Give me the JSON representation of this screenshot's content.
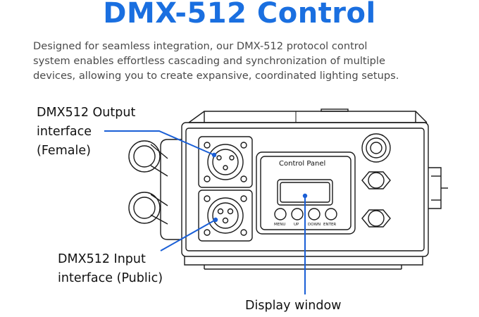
{
  "title": "DMX-512 Control",
  "description": [
    "Designed for seamless integration, our DMX-512 protocol control",
    "system enables effortless cascading and synchronization of multiple",
    "devices, allowing you to create expansive, coordinated lighting setups."
  ],
  "labels": {
    "output": [
      "DMX512 Output",
      "interface",
      "(Female)"
    ],
    "input": [
      "DMX512 Input",
      "interface (Public)"
    ],
    "display": "Display window"
  },
  "device": {
    "panel_title": "Control  Panel",
    "buttons": [
      "MENU",
      "UP",
      "DOWN",
      "ENTER"
    ]
  },
  "colors": {
    "accent": "#1a6fe0",
    "callout": "#1a5fd6"
  }
}
